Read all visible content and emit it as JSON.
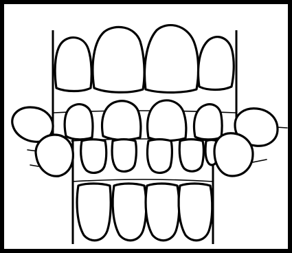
{
  "diagram": {
    "colors": {
      "background": "#ffffff",
      "line": "#000000",
      "frame": "#000000"
    },
    "rows": [
      {
        "name": "upper-front-row",
        "tooth_count": 4
      },
      {
        "name": "upper-middle-row",
        "tooth_count": 4
      },
      {
        "name": "lower-front-row",
        "tooth_count": 5
      },
      {
        "name": "lower-bottom-row",
        "tooth_count": 4
      },
      {
        "name": "side-teeth",
        "tooth_count": 4
      }
    ]
  }
}
